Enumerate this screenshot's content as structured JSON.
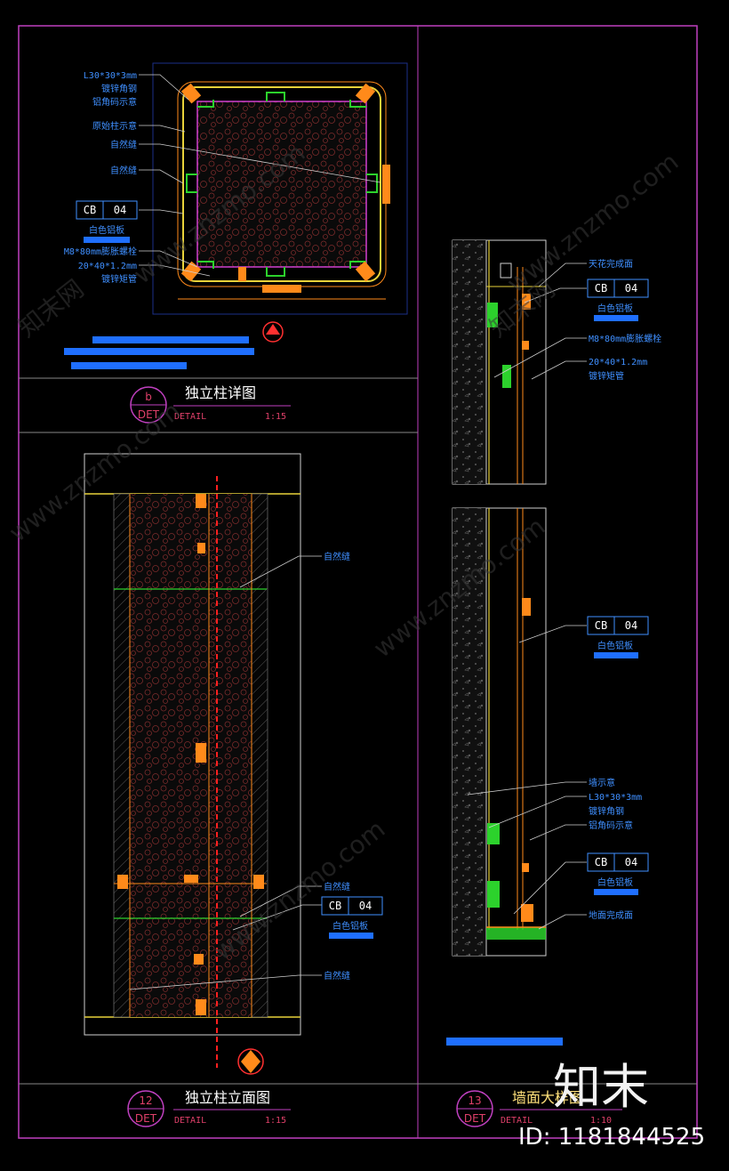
{
  "drawing": {
    "detail_b": {
      "title": "独立柱详图",
      "bubble_top": "b",
      "bubble_bottom": "DET",
      "detail_word": "DETAIL",
      "scale": "1:15",
      "labels": {
        "angle_steel_1": "L30*30*3mm",
        "angle_steel_2": "镀锌角钢",
        "aluminum_code": "铝角码示意",
        "original_column": "原始柱示意",
        "natural_joint_1": "自然缝",
        "natural_joint_2": "自然缝",
        "cb_code": "CB",
        "cb_num": "04",
        "white_al_panel": "白色铝板",
        "bolt": "M8*80mm膨胀螺栓",
        "tube_1": "20*40*1.2mm",
        "tube_2": "镀锌矩管"
      }
    },
    "detail_12": {
      "title": "独立柱立面图",
      "bubble_top": "12",
      "bubble_bottom": "DET",
      "detail_word": "DETAIL",
      "scale": "1:15",
      "labels": {
        "natural_joint_top": "自然缝",
        "natural_joint_mid": "自然缝",
        "cb_code": "CB",
        "cb_num": "04",
        "white_al_panel": "白色铝板",
        "natural_joint_bottom": "自然缝"
      }
    },
    "detail_13": {
      "title": "墙面大样图",
      "bubble_top": "13",
      "bubble_bottom": "DET",
      "detail_word": "DETAIL",
      "scale": "1:10",
      "labels": {
        "ceiling_finish": "天花完成面",
        "cb_code_1": "CB",
        "cb_num_1": "04",
        "white_al_panel_1": "白色铝板",
        "bolt": "M8*80mm膨胀螺栓",
        "tube_1": "20*40*1.2mm",
        "tube_2": "镀锌矩管",
        "cb_code_2": "CB",
        "cb_num_2": "04",
        "white_al_panel_2": "白色铝板",
        "wall_indication": "墙示意",
        "angle_steel_1": "L30*30*3mm",
        "angle_steel_2": "镀锌角钢",
        "aluminum_code": "铝角码示意",
        "cb_code_3": "CB",
        "cb_num_3": "04",
        "white_al_panel_3": "白色铝板",
        "floor_finish": "地面完成面"
      }
    }
  },
  "watermark": {
    "text_site": "www.znzmo.com",
    "text_cn": "知末网",
    "logo": "知末",
    "id_text": "ID: 1181844525"
  },
  "colors": {
    "background": "#000000",
    "frame": "#c040c0",
    "annotation": "#3f8fff",
    "accent_orange": "#ff8a1a",
    "yellow": "#e8d23a",
    "green": "#2cd22c",
    "magenta": "#d040d0",
    "red_axis": "#ff2020"
  }
}
